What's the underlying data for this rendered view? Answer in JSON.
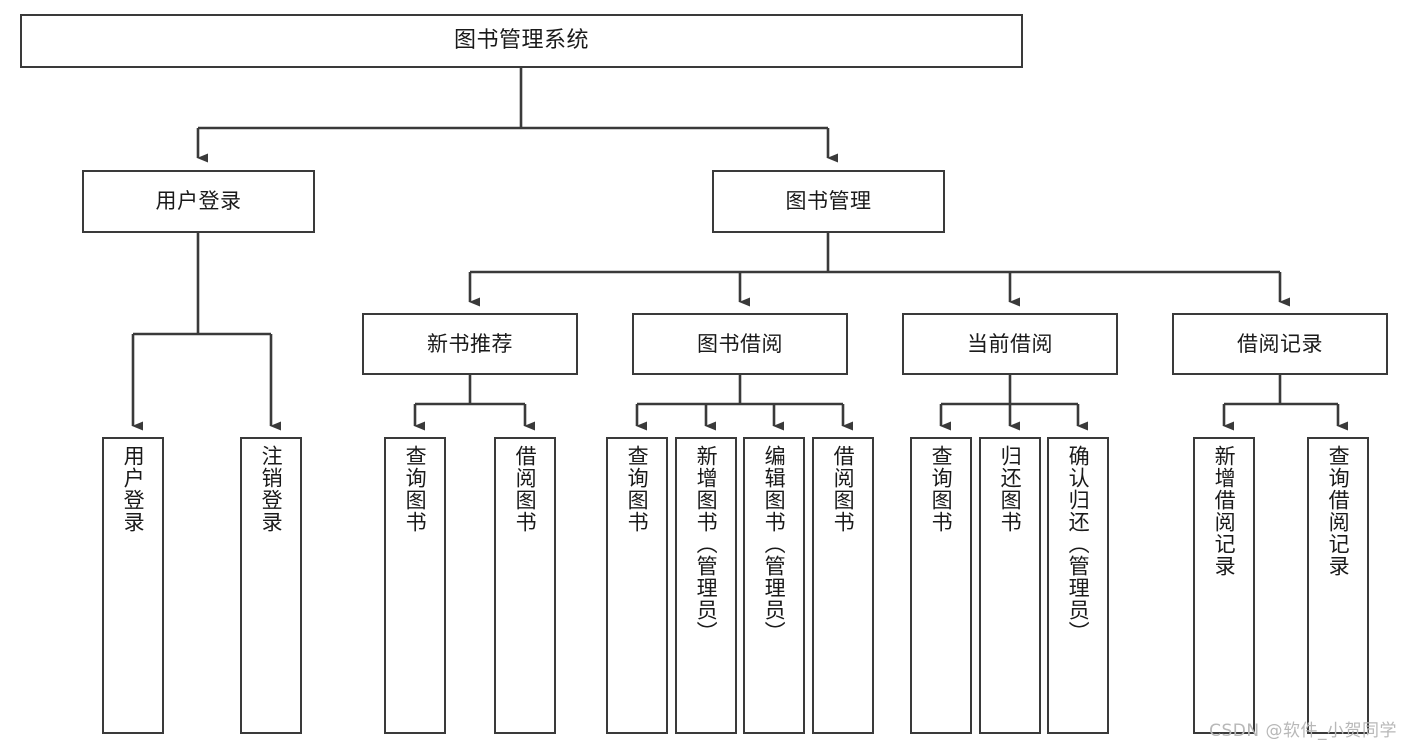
{
  "diagram": {
    "title": "图书管理系统",
    "type": "tree-hierarchy",
    "watermark": "CSDN @软件_小贺同学",
    "edge_color": "#3a3a3a",
    "box_border_color": "#3a3a3a",
    "box_fill_color": "#ffffff",
    "background_color": "#ffffff",
    "nodes": {
      "root": {
        "label": "图书管理系统",
        "level": 0
      },
      "user_login": {
        "label": "用户登录",
        "level": 1
      },
      "book_manage": {
        "label": "图书管理",
        "level": 1
      },
      "new_book_rec": {
        "label": "新书推荐",
        "level": 2
      },
      "book_borrow": {
        "label": "图书借阅",
        "level": 2
      },
      "current_borrow": {
        "label": "当前借阅",
        "level": 2
      },
      "borrow_record": {
        "label": "借阅记录",
        "level": 2
      },
      "leaf_user_login": {
        "label": "用户登录",
        "level": 2
      },
      "leaf_logout_login": {
        "label": "注销登录",
        "level": 2
      },
      "leaf_query_book_a": {
        "label": "查询图书",
        "level": 3
      },
      "leaf_borrow_book_a": {
        "label": "借阅图书",
        "level": 3
      },
      "leaf_query_book_b": {
        "label": "查询图书",
        "level": 3
      },
      "leaf_add_book": {
        "label": "新增图书（管理员）",
        "level": 3
      },
      "leaf_edit_book": {
        "label": "编辑图书（管理员）",
        "level": 3
      },
      "leaf_borrow_book_b": {
        "label": "借阅图书",
        "level": 3
      },
      "leaf_query_book_c": {
        "label": "查询图书",
        "level": 3
      },
      "leaf_return_book": {
        "label": "归还图书",
        "level": 3
      },
      "leaf_confirm_return": {
        "label": "确认归还（管理员）",
        "level": 3
      },
      "leaf_add_record": {
        "label": "新增借阅记录",
        "level": 3
      },
      "leaf_query_record": {
        "label": "查询借阅记录",
        "level": 3
      }
    },
    "edges": [
      {
        "from": "root",
        "to": "user_login"
      },
      {
        "from": "root",
        "to": "book_manage"
      },
      {
        "from": "user_login",
        "to": "leaf_user_login"
      },
      {
        "from": "user_login",
        "to": "leaf_logout_login"
      },
      {
        "from": "book_manage",
        "to": "new_book_rec"
      },
      {
        "from": "book_manage",
        "to": "book_borrow"
      },
      {
        "from": "book_manage",
        "to": "current_borrow"
      },
      {
        "from": "book_manage",
        "to": "borrow_record"
      },
      {
        "from": "new_book_rec",
        "to": "leaf_query_book_a"
      },
      {
        "from": "new_book_rec",
        "to": "leaf_borrow_book_a"
      },
      {
        "from": "book_borrow",
        "to": "leaf_query_book_b"
      },
      {
        "from": "book_borrow",
        "to": "leaf_add_book"
      },
      {
        "from": "book_borrow",
        "to": "leaf_edit_book"
      },
      {
        "from": "book_borrow",
        "to": "leaf_borrow_book_b"
      },
      {
        "from": "current_borrow",
        "to": "leaf_query_book_c"
      },
      {
        "from": "current_borrow",
        "to": "leaf_return_book"
      },
      {
        "from": "current_borrow",
        "to": "leaf_confirm_return"
      },
      {
        "from": "borrow_record",
        "to": "leaf_add_record"
      },
      {
        "from": "borrow_record",
        "to": "leaf_query_record"
      }
    ]
  }
}
